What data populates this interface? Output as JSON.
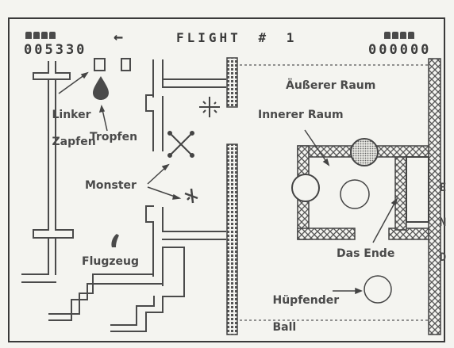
{
  "hud": {
    "left_score": "005330",
    "right_score": "000000",
    "title": "FLIGHT",
    "flight_sign": "#",
    "flight_number": "1",
    "left_lives": 4,
    "right_lives": 4,
    "direction_arrow": "left-arrow-icon"
  },
  "labels": {
    "linker_zapfen_1": "Linker",
    "linker_zapfen_2": "Zapfen",
    "tropfen": "Tropfen",
    "monster": "Monster",
    "flugzeug": "Flugzeug",
    "ausserer_raum": "Äußerer Raum",
    "innerer_raum": "Innerer Raum",
    "das_ende": "Das Ende",
    "huepfender_1": "Hüpfender",
    "huepfender_2": "Ball",
    "end_sign": [
      "E",
      "N",
      "D"
    ]
  },
  "colors": {
    "ink": "#4a4a4a",
    "wall": "#555555",
    "background": "#f4f4f0"
  }
}
